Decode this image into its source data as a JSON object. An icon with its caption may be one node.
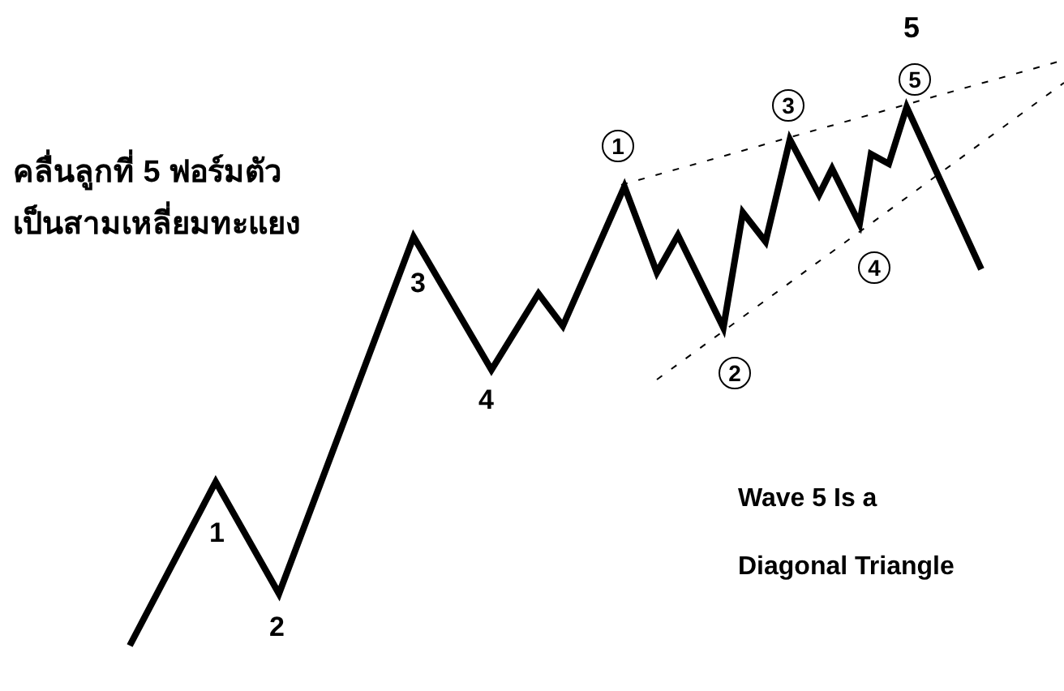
{
  "diagram": {
    "nodes": [
      {
        "text": [
          "1"
        ]
      },
      {
        "text": [
          "2"
        ]
      },
      {
        "text": [
          "3"
        ]
      },
      {
        "text": [
          "4"
        ]
      },
      {
        "text": [
          "5"
        ]
      }
    ],
    "labels": [
      "5",
      "คลื่นลูกที่ 5 ฟอร์มตัว",
      "เป็นสามเหลี่ยมทะแยง",
      "3",
      "4",
      "1",
      "Wave 5 Is a Diagonal Triangle",
      "2"
    ]
  }
}
